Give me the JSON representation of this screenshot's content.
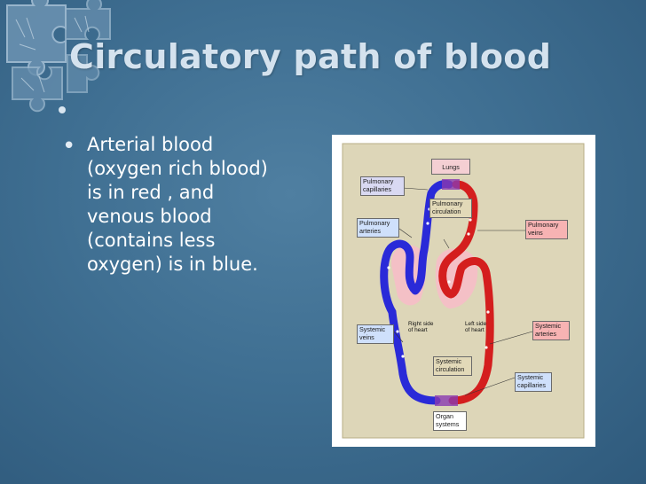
{
  "slide": {
    "title": "Circulatory path of blood",
    "bullet": "Arterial blood\n(oxygen rich blood)\nis in red , and\nvenous blood\n(contains less\noxygen) is in blue.",
    "bullet_glyph": "•"
  },
  "puzzle_logo": {
    "text": "Jigsaw puzzle pieces"
  },
  "diagram": {
    "labels": {
      "lungs": "Lungs",
      "pulmonary_capillaries": "Pulmonary\ncapillaries",
      "pulmonary_circulation": "Pulmonary\ncirculation",
      "pulmonary_arteries": "Pulmonary\narteries",
      "pulmonary_veins": "Pulmonary\nveins",
      "right_heart": "Right side\nof heart",
      "left_heart": "Left side\nof heart",
      "systemic_veins": "Systemic\nveins",
      "systemic_arteries": "Systemic\narteries",
      "systemic_circulation": "Systemic\ncirculation",
      "systemic_capillaries": "Systemic\ncapillaries",
      "organ_systems": "Organ\nsystems"
    },
    "colors": {
      "arterial": "#d41e1e",
      "venous": "#2a2ad8",
      "pulmonary_box": "#d9d9f2",
      "pulmonary_art_box": "#cfe0fb",
      "veins_box": "#f7b3b3",
      "arteries_box": "#f7b3b3",
      "tan_box": "#e2d9b8",
      "lungs_box": "#f4cfd3",
      "panel_bg": "#ddd6b8"
    }
  }
}
